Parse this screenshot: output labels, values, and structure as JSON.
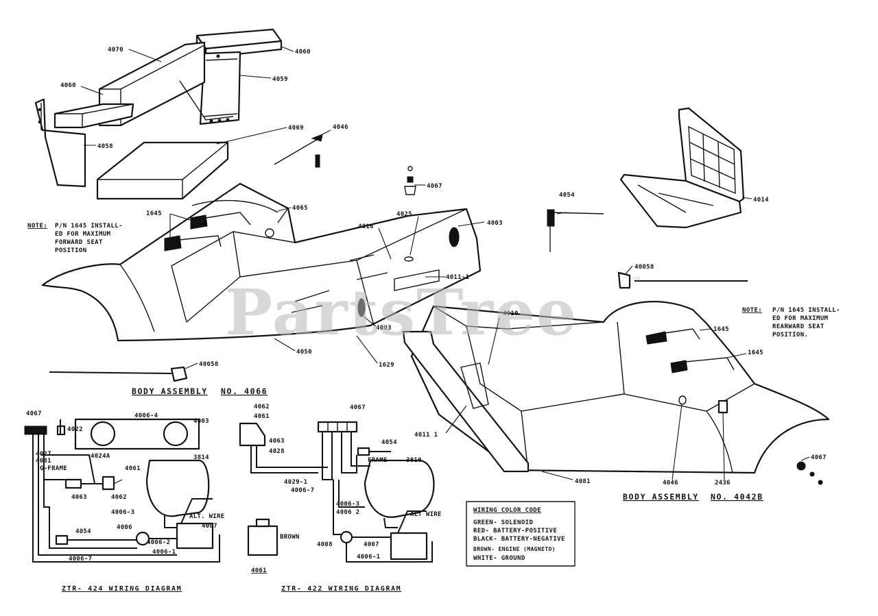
{
  "watermark": "PartsTree",
  "watermark_mark": "TM",
  "notes": {
    "forward": {
      "prefix": "NOTE:",
      "lines": [
        "P/N 1645 INSTALL-",
        "ED FOR MAXIMUM",
        "FORWARD SEAT",
        "POSITION"
      ]
    },
    "rearward": {
      "prefix": "NOTE:",
      "lines": [
        "P/N 1645 INSTALL-",
        "ED FOR MAXIMUM",
        "REARWARD SEAT",
        "POSITION."
      ]
    }
  },
  "assemblies": {
    "left": {
      "label": "BODY ASSEMBLY",
      "number": "NO. 4066"
    },
    "right": {
      "label": "BODY ASSEMBLY",
      "number": "NO. 4042B"
    }
  },
  "wiring_titles": {
    "ztr424": "ZTR- 424 WIRING DIAGRAM",
    "ztr422": "ZTR- 422 WIRING DIAGRAM"
  },
  "color_code": {
    "title": "WIRING COLOR CODE",
    "entries": [
      "GREEN- SOLENOID",
      "RED- BATTERY-POSITIVE",
      "BLACK- BATTERY-NEGATIVE",
      "BROWN- ENGINE (MAGNETO)",
      "WHITE- GROUND"
    ]
  },
  "part_labels": {
    "p4070": "4070",
    "p4060a": "4060",
    "p4060b": "4060",
    "p4059": "4059",
    "p4058": "4058",
    "p4069": "4069",
    "p4046": "4046",
    "p4067a": "4067",
    "p4065": "4065",
    "p1645a": "1645",
    "p4016": "4016",
    "p4025": "4025",
    "p4003a": "4003",
    "p4011a": "4011-1",
    "p4003b": "4003",
    "p4050": "4050",
    "p1629": "1629",
    "p4054a": "4054",
    "p4014": "4014",
    "p40058a": "40058",
    "p4010": "4010",
    "p1645b": "1645",
    "p1645c": "1645",
    "p4011b": "4011 1",
    "p4081": "4081",
    "p4046b": "4046",
    "p2436": "2436",
    "p4067b": "4067",
    "p40058b": "40058"
  },
  "wiring_424_labels": {
    "w1": "4067",
    "w2": "4006-4",
    "w3": "4003",
    "w4": "4022",
    "w5": "4024A",
    "w6": "4027",
    "w7": "4031",
    "w8": "G-FRAME",
    "w9": "3814",
    "w10": "4061",
    "w11": "4063",
    "w12": "4062",
    "w13": "4006-3",
    "w14": "ALT. WIRE",
    "w15": "4054",
    "w16": "4006",
    "w17": "4007",
    "w18": "4006-2",
    "w19": "4006-1",
    "w20": "4006-7"
  },
  "wiring_422_labels": {
    "v1": "4062",
    "v2": "4061",
    "v3": "4067",
    "v4": "4063",
    "v5": "4028",
    "v6": "4054",
    "v7": "FRAME",
    "v8": "3810",
    "v9": "4029-1",
    "v10": "4006-7",
    "v11": "4006-3",
    "v12": "4006 2",
    "v13": "ALT WIRE",
    "v14": "4008",
    "v15": "4007",
    "v16": "4006-1",
    "v17": "4061",
    "v18": "BROWN"
  }
}
